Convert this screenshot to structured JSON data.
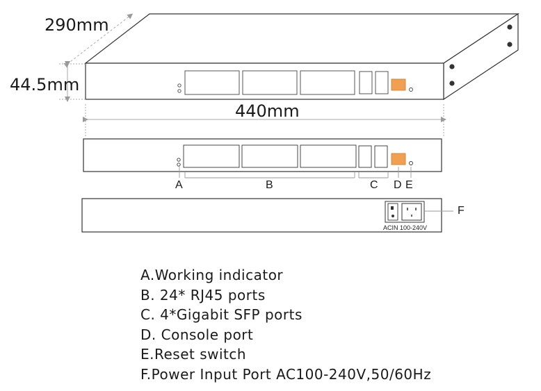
{
  "dimensions": {
    "depth": "290mm",
    "height": "44.5mm",
    "width": "440mm"
  },
  "callouts": {
    "a": "A",
    "b": "B",
    "c": "C",
    "d": "D",
    "e": "E",
    "f": "F"
  },
  "rear_panel": {
    "power_label": "ACIN 100-240V"
  },
  "legend": [
    "A.Working indicator",
    "B. 24* RJ45 ports",
    "C. 4*Gigabit SFP ports",
    "D.  Console port",
    "E.Reset switch",
    "F.Power Input Port AC100-240V,50/60Hz"
  ],
  "colors": {
    "line": "#333333",
    "console_port": "#f0a050",
    "dimension_line": "#888888"
  }
}
